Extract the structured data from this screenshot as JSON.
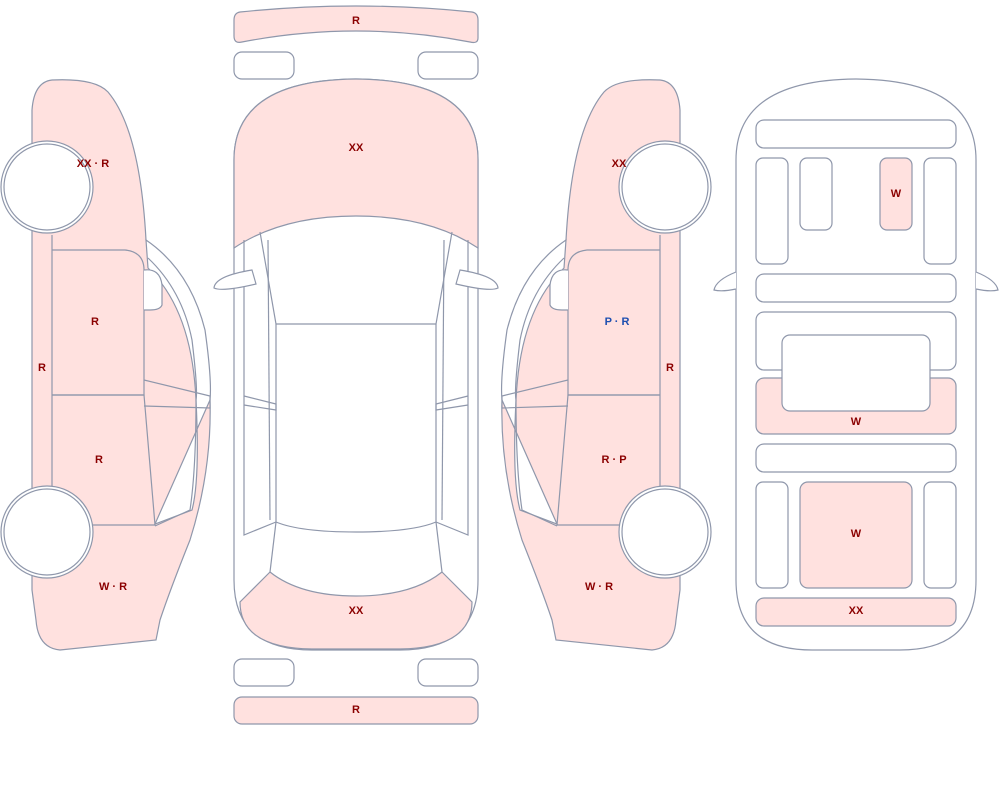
{
  "colors": {
    "damaged_fill": "#ffe1df",
    "outline": "#8f97ab",
    "label_default": "#8b0000",
    "label_paint": "#1e4fb0"
  },
  "labels": {
    "left_front_fender": "XX · R",
    "left_front_door": "R",
    "left_rear_door": "R",
    "left_sill": "R",
    "left_rear_quarter": "W · R",
    "front_bumper": "R",
    "hood": "XX",
    "trunk_lid": "XX",
    "rear_bumper": "R",
    "right_front_fender": "XX",
    "right_front_door": "P · R",
    "right_rear_door": "R · P",
    "right_sill": "R",
    "right_rear_quarter": "W · R",
    "frame_front_member": "W",
    "frame_rear_crossmember": "W",
    "frame_rear_floor": "W",
    "frame_rear_panel": "XX"
  }
}
